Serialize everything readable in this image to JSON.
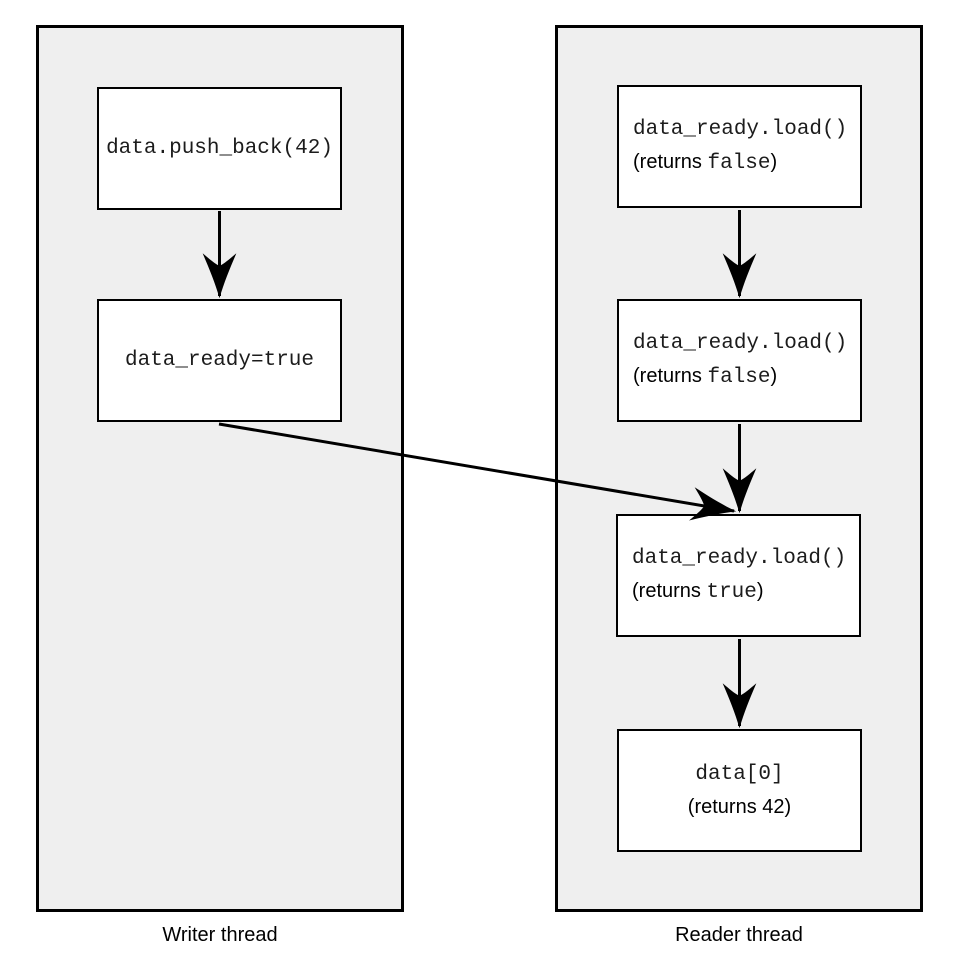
{
  "writer_panel": {
    "label": "Writer thread",
    "boxes": [
      {
        "code": "data.push_back(42)"
      },
      {
        "code": "data_ready=true"
      }
    ]
  },
  "reader_panel": {
    "label": "Reader thread",
    "boxes": [
      {
        "code": "data_ready.load()",
        "returns_open": "(returns ",
        "returns_value": "false",
        "returns_close": ")"
      },
      {
        "code": "data_ready.load()",
        "returns_open": "(returns ",
        "returns_value": "false",
        "returns_close": ")"
      },
      {
        "code": "data_ready.load()",
        "returns_open": "(returns ",
        "returns_value": "true",
        "returns_close": ")"
      },
      {
        "code": "data[0]",
        "returns_open": "(returns ",
        "returns_value": "42",
        "returns_close": ")"
      }
    ]
  },
  "colors": {
    "panel_fill": "#efefef",
    "box_fill": "#ffffff",
    "border": "#000000",
    "arrow": "#000000"
  }
}
